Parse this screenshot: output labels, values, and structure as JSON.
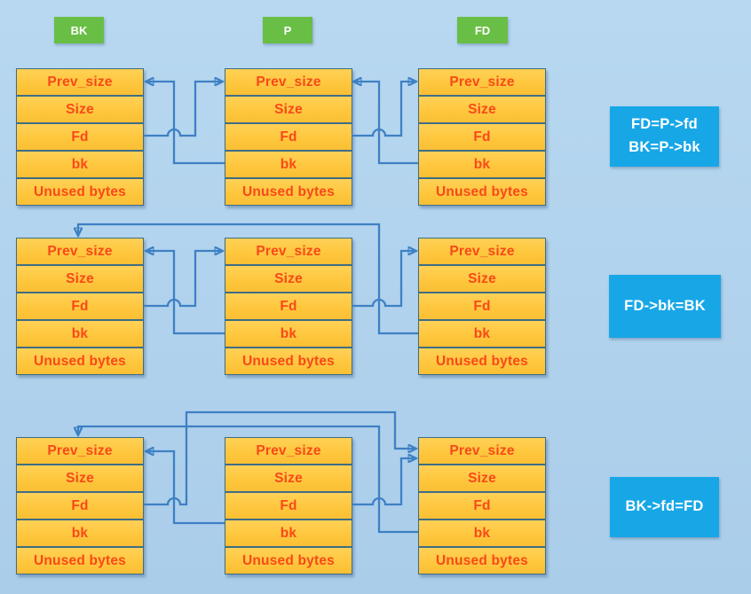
{
  "legend": {
    "bk": "BK",
    "p": "P",
    "fd": "FD"
  },
  "chunk_fields": [
    "Prev_size",
    "Size",
    "Fd",
    "bk",
    "Unused bytes"
  ],
  "steps": [
    {
      "label_lines": [
        "FD=P->fd",
        "BK=P->bk"
      ],
      "arrows": [
        {
          "from": "BK.fd",
          "to": "P"
        },
        {
          "from": "P.bk",
          "to": "BK"
        },
        {
          "from": "P.fd",
          "to": "FD"
        },
        {
          "from": "FD.bk",
          "to": "P"
        }
      ]
    },
    {
      "label_lines": [
        "FD->bk=BK"
      ],
      "arrows": [
        {
          "from": "BK.fd",
          "to": "P"
        },
        {
          "from": "P.bk",
          "to": "BK"
        },
        {
          "from": "P.fd",
          "to": "FD"
        },
        {
          "from": "FD.bk",
          "to": "BK"
        }
      ]
    },
    {
      "label_lines": [
        "BK->fd=FD"
      ],
      "arrows": [
        {
          "from": "BK.fd",
          "to": "FD"
        },
        {
          "from": "P.bk",
          "to": "BK"
        },
        {
          "from": "P.fd",
          "to": "FD"
        },
        {
          "from": "FD.bk",
          "to": "BK"
        }
      ]
    }
  ],
  "colors": {
    "background": "#b2d3ed",
    "chunk_fill": "#ffc73d",
    "chunk_border": "#3e6d85",
    "chunk_text": "#f8491a",
    "arrow": "#3e80c4",
    "legend_green": "#69be45",
    "step_label_blue": "#17a7e7",
    "label_text": "#ffffff"
  }
}
